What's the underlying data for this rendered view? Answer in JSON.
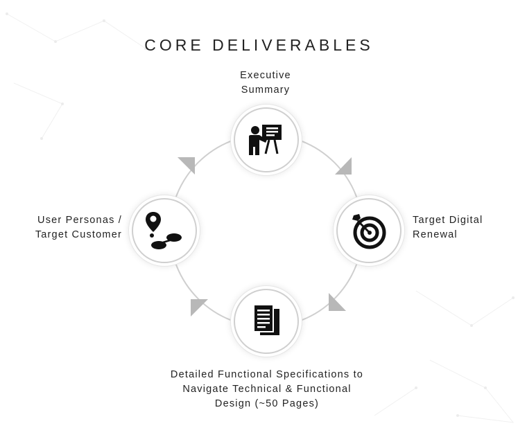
{
  "title": "CORE DELIVERABLES",
  "nodes": {
    "top": {
      "label_lines": [
        "Executive",
        "Summary"
      ],
      "icon": "presentation-icon"
    },
    "right": {
      "label_lines": [
        "Target Digital",
        "Renewal"
      ],
      "icon": "target-icon"
    },
    "bottom": {
      "label_lines": [
        "Detailed Functional Specifications to",
        "Navigate Technical & Functional",
        "Design (~50 Pages)"
      ],
      "icon": "documents-icon"
    },
    "left": {
      "label_lines": [
        "User Personas /",
        "Target Customer"
      ],
      "icon": "map-pin-route-icon"
    }
  },
  "colors": {
    "ring": "#cfcfcf",
    "arrow": "#b8b8b8",
    "icon": "#111111",
    "text": "#222222"
  }
}
